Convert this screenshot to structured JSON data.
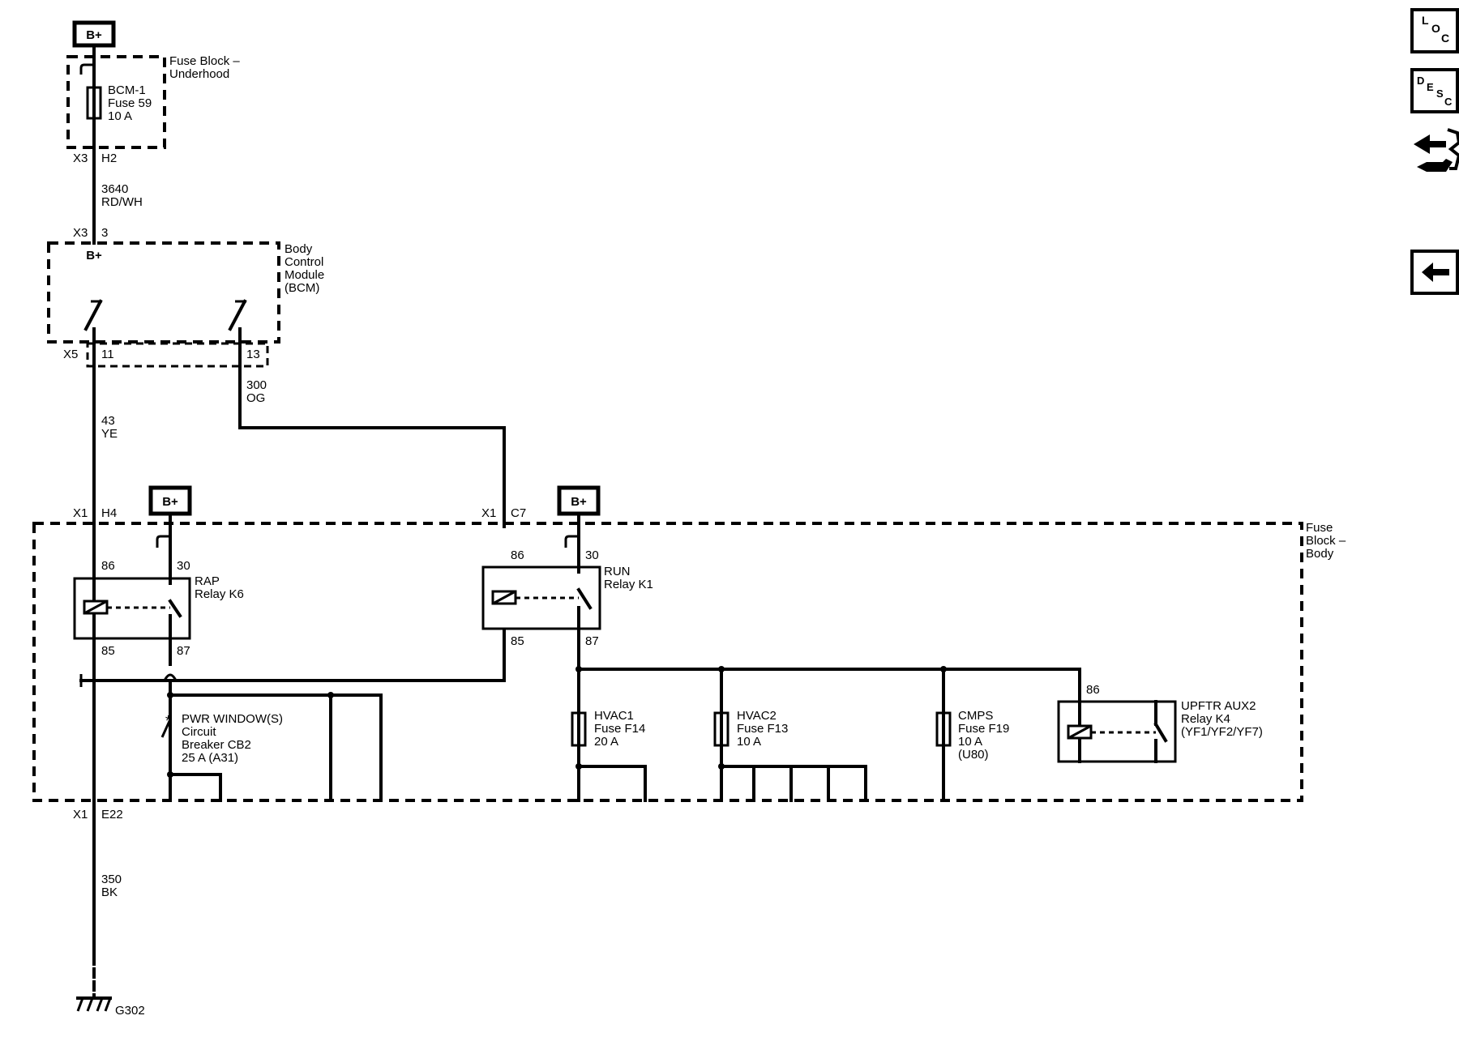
{
  "sources": {
    "b_plus": "B+"
  },
  "fuse_block_underhood": {
    "title_line1": "Fuse Block –",
    "title_line2": "Underhood",
    "fuse_line1": "BCM-1",
    "fuse_line2": "Fuse 59",
    "fuse_line3": "10 A",
    "conn": "X3",
    "pin": "H2"
  },
  "wire_3640": {
    "num": "3640",
    "color": "RD/WH"
  },
  "bcm": {
    "conn_in": "X3",
    "pin_in": "3",
    "b_plus": "B+",
    "title_line1": "Body",
    "title_line2": "Control",
    "title_line3": "Module",
    "title_line4": "(BCM)",
    "conn_out": "X5",
    "pin_11": "11",
    "pin_13": "13"
  },
  "wire_300": {
    "num": "300",
    "color": "OG"
  },
  "wire_43": {
    "num": "43",
    "color": "YE"
  },
  "conn_x1_h4": {
    "conn": "X1",
    "pin": "H4"
  },
  "conn_x1_c7": {
    "conn": "X1",
    "pin": "C7"
  },
  "fuse_block_body": {
    "title_line1": "Fuse",
    "title_line2": "Block –",
    "title_line3": "Body"
  },
  "rap_relay": {
    "title_line1": "RAP",
    "title_line2": "Relay K6",
    "p86": "86",
    "p30": "30",
    "p85": "85",
    "p87": "87"
  },
  "run_relay": {
    "title_line1": "RUN",
    "title_line2": "Relay K1",
    "p86": "86",
    "p30": "30",
    "p85": "85",
    "p87": "87"
  },
  "circuit_breaker": {
    "line1": "PWR WINDOW(S)",
    "line2": "Circuit",
    "line3": "Breaker CB2",
    "line4": "25 A (A31)"
  },
  "hvac1": {
    "line1": "HVAC1",
    "line2": "Fuse F14",
    "line3": "20 A"
  },
  "hvac2": {
    "line1": "HVAC2",
    "line2": "Fuse F13",
    "line3": "10 A"
  },
  "cmps": {
    "line1": "CMPS",
    "line2": "Fuse F19",
    "line3": "10 A",
    "line4": "(U80)"
  },
  "upftr_relay": {
    "line1": "UPFTR AUX2",
    "line2": "Relay K4",
    "line3": "(YF1/YF2/YF7)",
    "p86": "86"
  },
  "conn_x1_e22": {
    "conn": "X1",
    "pin": "E22"
  },
  "wire_350": {
    "num": "350",
    "color": "BK"
  },
  "ground": {
    "label": "G302"
  },
  "side_icons": {
    "loc_l": "L",
    "loc_o": "O",
    "loc_c": "C",
    "desc_d": "D",
    "desc_e": "E",
    "desc_s": "S",
    "desc_c": "C"
  }
}
